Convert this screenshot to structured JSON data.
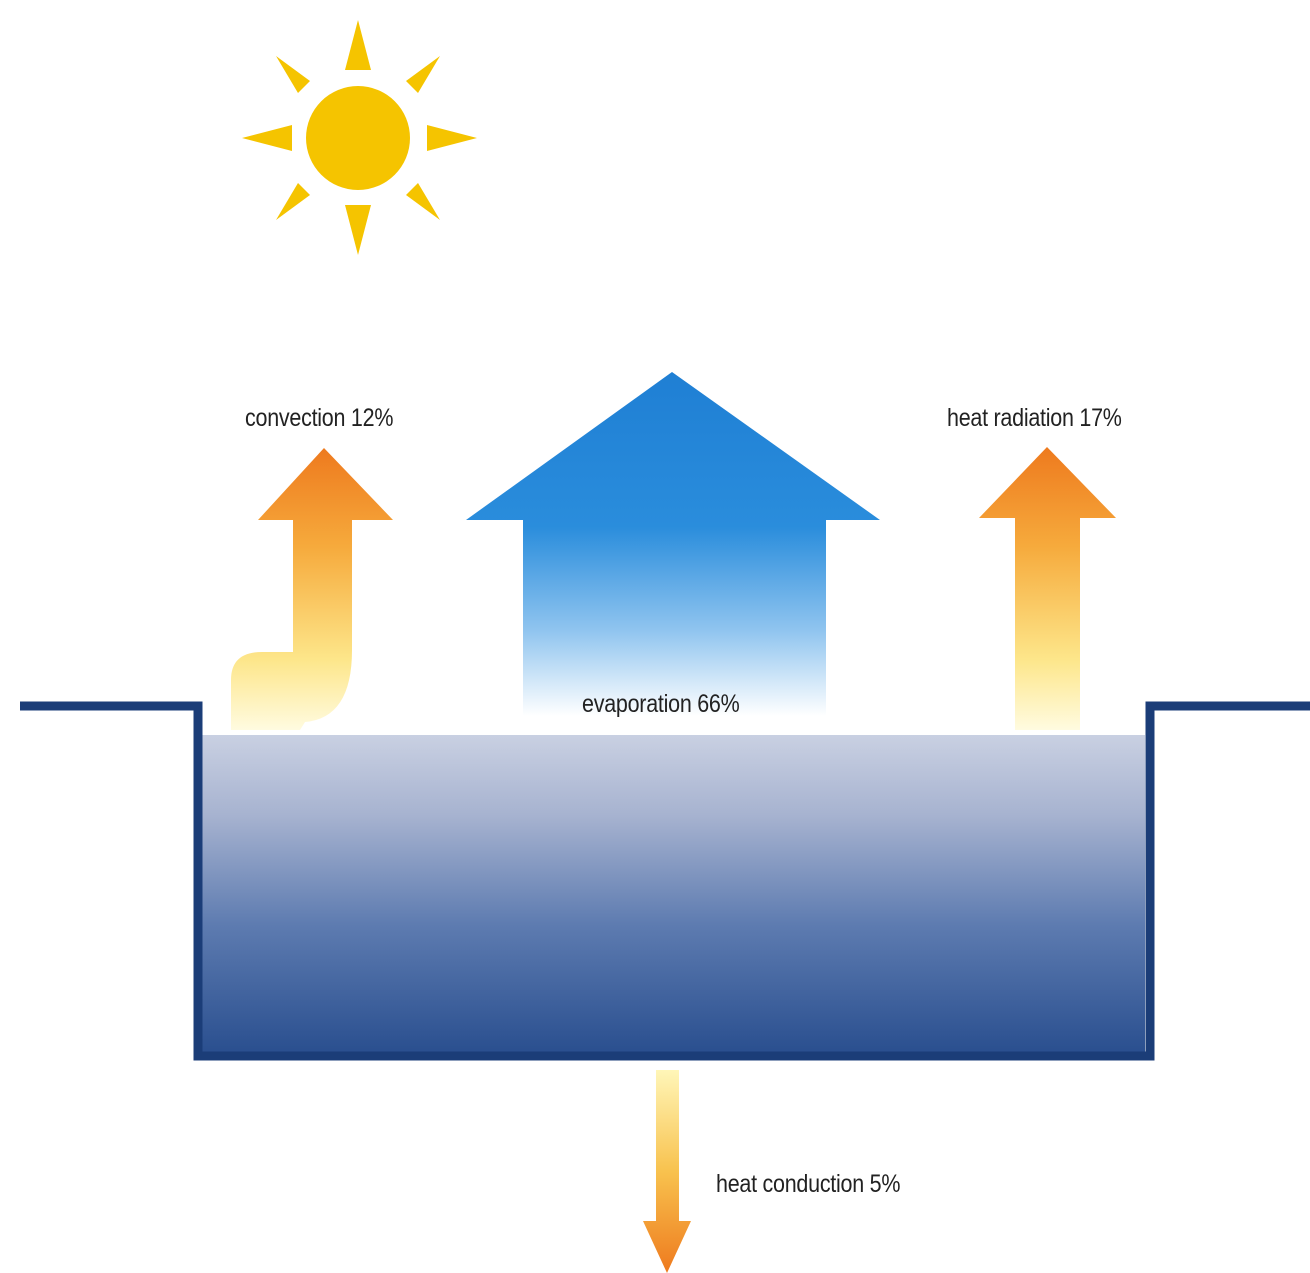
{
  "labels": {
    "convection": "convection 12%",
    "heat_radiation": "heat radiation 17%",
    "evaporation": "evaporation 66%",
    "heat_conduction": "heat conduction 5%"
  },
  "icons": {
    "sun": "sun-icon"
  },
  "colors": {
    "sun": "#f5c400",
    "water_top": "#c9d0e2",
    "water_bottom": "#2a4f8f",
    "pool_outline": "#1b3d78",
    "evaporation_arrow_top": "#1f7fd4",
    "heat_arrow_top": "#ee7a1e",
    "heat_arrow_bottom": "#fff6b8"
  }
}
